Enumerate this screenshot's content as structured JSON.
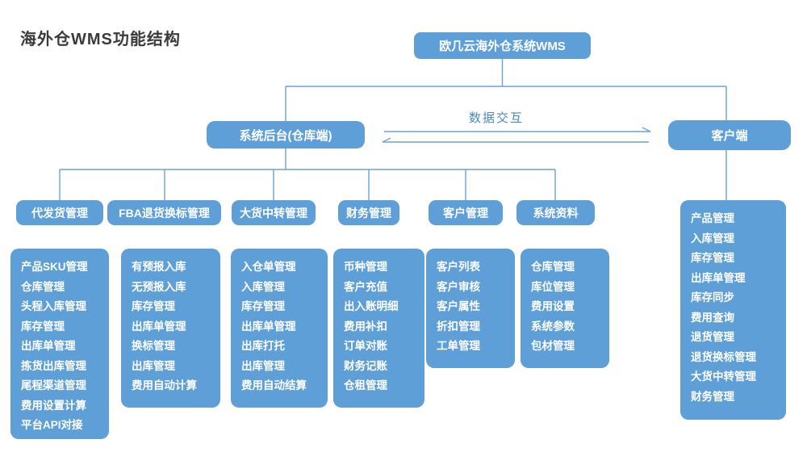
{
  "page_title": "海外仓WMS功能结构",
  "colors": {
    "box_blue": "#5e9fd8",
    "line_blue": "#6aa2d8",
    "label_blue": "#4a86c4",
    "title_dark": "#3b3b3b"
  },
  "root": {
    "label": "欧几云海外仓系统WMS"
  },
  "backend": {
    "label": "系统后台(仓库端)"
  },
  "client": {
    "label": "客户端",
    "items": [
      "产品管理",
      "入库管理",
      "库存管理",
      "出库单管理",
      "库存同步",
      "费用查询",
      "退货管理",
      "退货换标管理",
      "大货中转管理",
      "财务管理"
    ]
  },
  "data_exchange_label": "数据交互",
  "modules": [
    {
      "label": "代发货管理",
      "items": [
        "产品SKU管理",
        "仓库管理",
        "头程入库管理",
        "库存管理",
        "出库单管理",
        "拣货出库管理",
        "尾程渠道管理",
        "费用设置计算",
        "平台API对接"
      ]
    },
    {
      "label": "FBA退货换标管理",
      "items": [
        "有预报入库",
        "无预报入库",
        "库存管理",
        "出库单管理",
        "换标管理",
        "出库管理",
        "费用自动计算"
      ]
    },
    {
      "label": "大货中转管理",
      "items": [
        "入仓单管理",
        "入库管理",
        "库存管理",
        "出库单管理",
        "出库打托",
        "出库管理",
        "费用自动结算"
      ]
    },
    {
      "label": "财务管理",
      "items": [
        "币种管理",
        "客户充值",
        "出入账明细",
        "费用补扣",
        "订单对账",
        "财务记账",
        "仓租管理"
      ]
    },
    {
      "label": "客户管理",
      "items": [
        "客户列表",
        "客户审核",
        "客户属性",
        "折扣管理",
        "工单管理"
      ]
    },
    {
      "label": "系统资料",
      "items": [
        "仓库管理",
        "库位管理",
        "费用设置",
        "系统参数",
        "包材管理"
      ]
    }
  ]
}
